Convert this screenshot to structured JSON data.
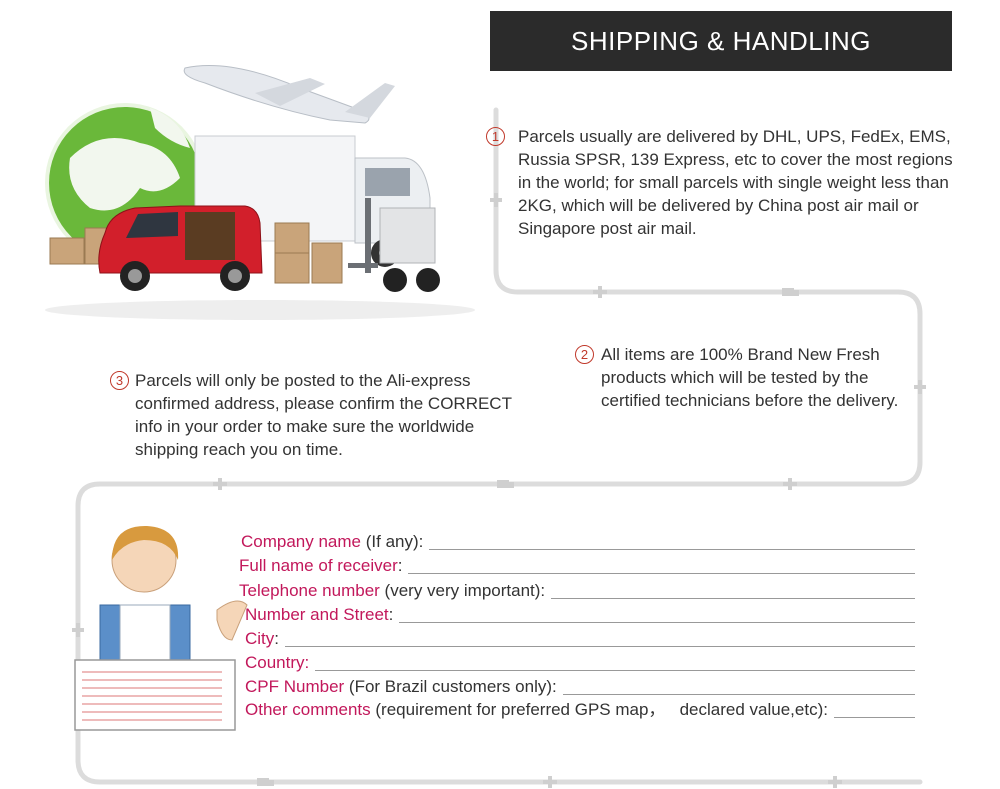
{
  "header": {
    "title": "SHIPPING & HANDLING"
  },
  "steps": [
    {
      "num": "1",
      "text": "Parcels usually are delivered by DHL, UPS, FedEx, EMS, Russia SPSR, 139 Express, etc to cover the most regions in the world; for small parcels with single weight less than 2KG, which will be delivered by China post air mail or Singapore post air mail."
    },
    {
      "num": "2",
      "text": "All items are 100% Brand New Fresh products which will be tested by the certified technicians before the delivery."
    },
    {
      "num": "3",
      "text": "Parcels will only be posted to the Ali-express confirmed address, please confirm the CORRECT info in your order to make sure the worldwide shipping reach you on time."
    }
  ],
  "form": {
    "fields": [
      {
        "label": "Company name",
        "note": " (If any):"
      },
      {
        "label": "Full name of receiver",
        "note": ":"
      },
      {
        "label": "Telephone number",
        "note": " (very very important):"
      },
      {
        "label": "Number and Street",
        "note": ":"
      },
      {
        "label": "City",
        "note": ":"
      },
      {
        "label": "Country:",
        "note": ""
      },
      {
        "label": "CPF Number",
        "note": " (For Brazil customers only):"
      },
      {
        "label": "Other comments",
        "note": " (requirement for preferred GPS map，   declared value,etc):"
      }
    ]
  },
  "icons": [
    "airplane-icon",
    "truck-icon",
    "globe-icon",
    "van-icon",
    "forklift-icon",
    "agent-icon"
  ],
  "colors": {
    "header_bg": "#2b2b2b",
    "label": "#c2185b",
    "step_num": "#c0392b",
    "track": "#d9d9d9",
    "globe": "#5aa62a",
    "van": "#cf1f2a"
  }
}
